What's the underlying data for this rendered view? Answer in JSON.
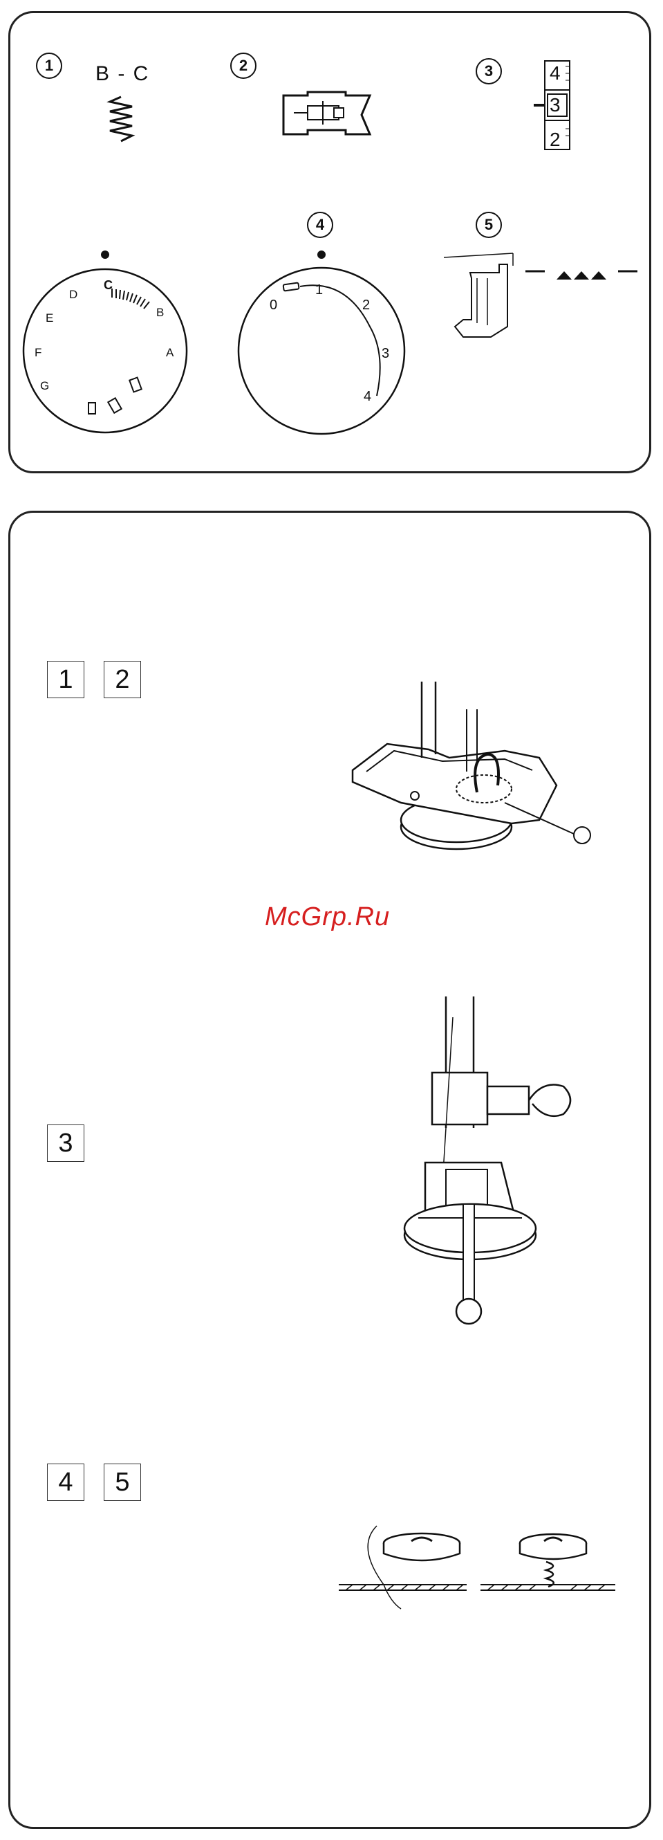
{
  "top_panel": {
    "markers": [
      "1",
      "2",
      "3",
      "4",
      "5"
    ],
    "stitch_label": "B - C",
    "indicator_digits": [
      "4",
      "3",
      "2"
    ],
    "dial1_letters": [
      "C",
      "B",
      "A",
      "D",
      "E",
      "F",
      "G"
    ],
    "dial2_numbers": [
      "0",
      "1",
      "2",
      "3",
      "4"
    ]
  },
  "bottom_panel": {
    "steps": {
      "row1": [
        "1",
        "2"
      ],
      "row2": [
        "3"
      ],
      "row3": [
        "4",
        "5"
      ]
    },
    "watermark": "McGrp.Ru"
  }
}
